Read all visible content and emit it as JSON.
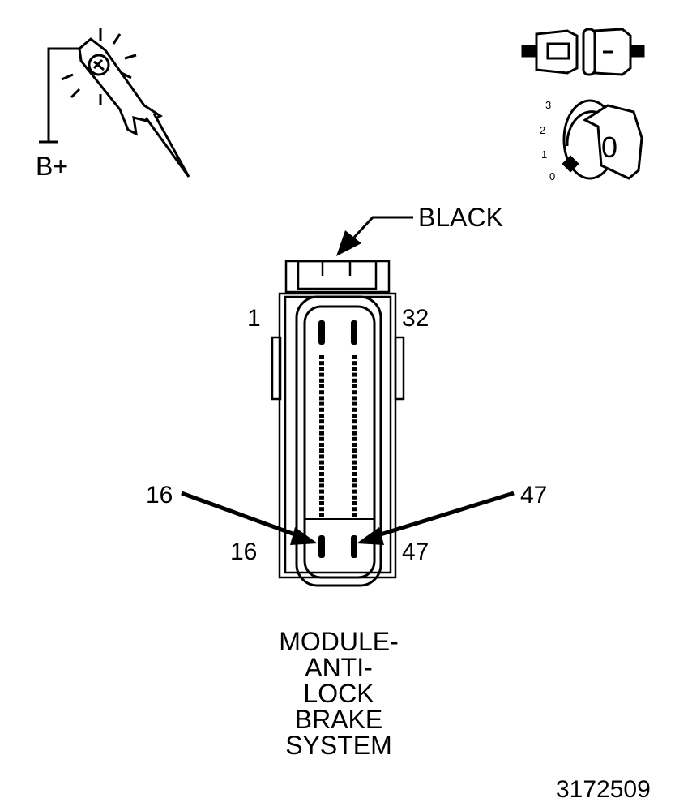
{
  "probe_icon": {
    "supply_label": "B+"
  },
  "ignition_icon": {
    "positions": [
      "3",
      "2",
      "1",
      "0"
    ],
    "key_mark": "0"
  },
  "connector": {
    "color_callout": "BLACK",
    "pin_labels": {
      "top_left": "1",
      "top_right": "32",
      "bottom_left": "16",
      "bottom_right": "47"
    },
    "test_lead_labels": {
      "left": "16",
      "right": "47"
    }
  },
  "caption_lines": [
    "MODULE-",
    "ANTI-",
    "LOCK",
    "BRAKE",
    "SYSTEM"
  ],
  "figure_number": "3172509"
}
